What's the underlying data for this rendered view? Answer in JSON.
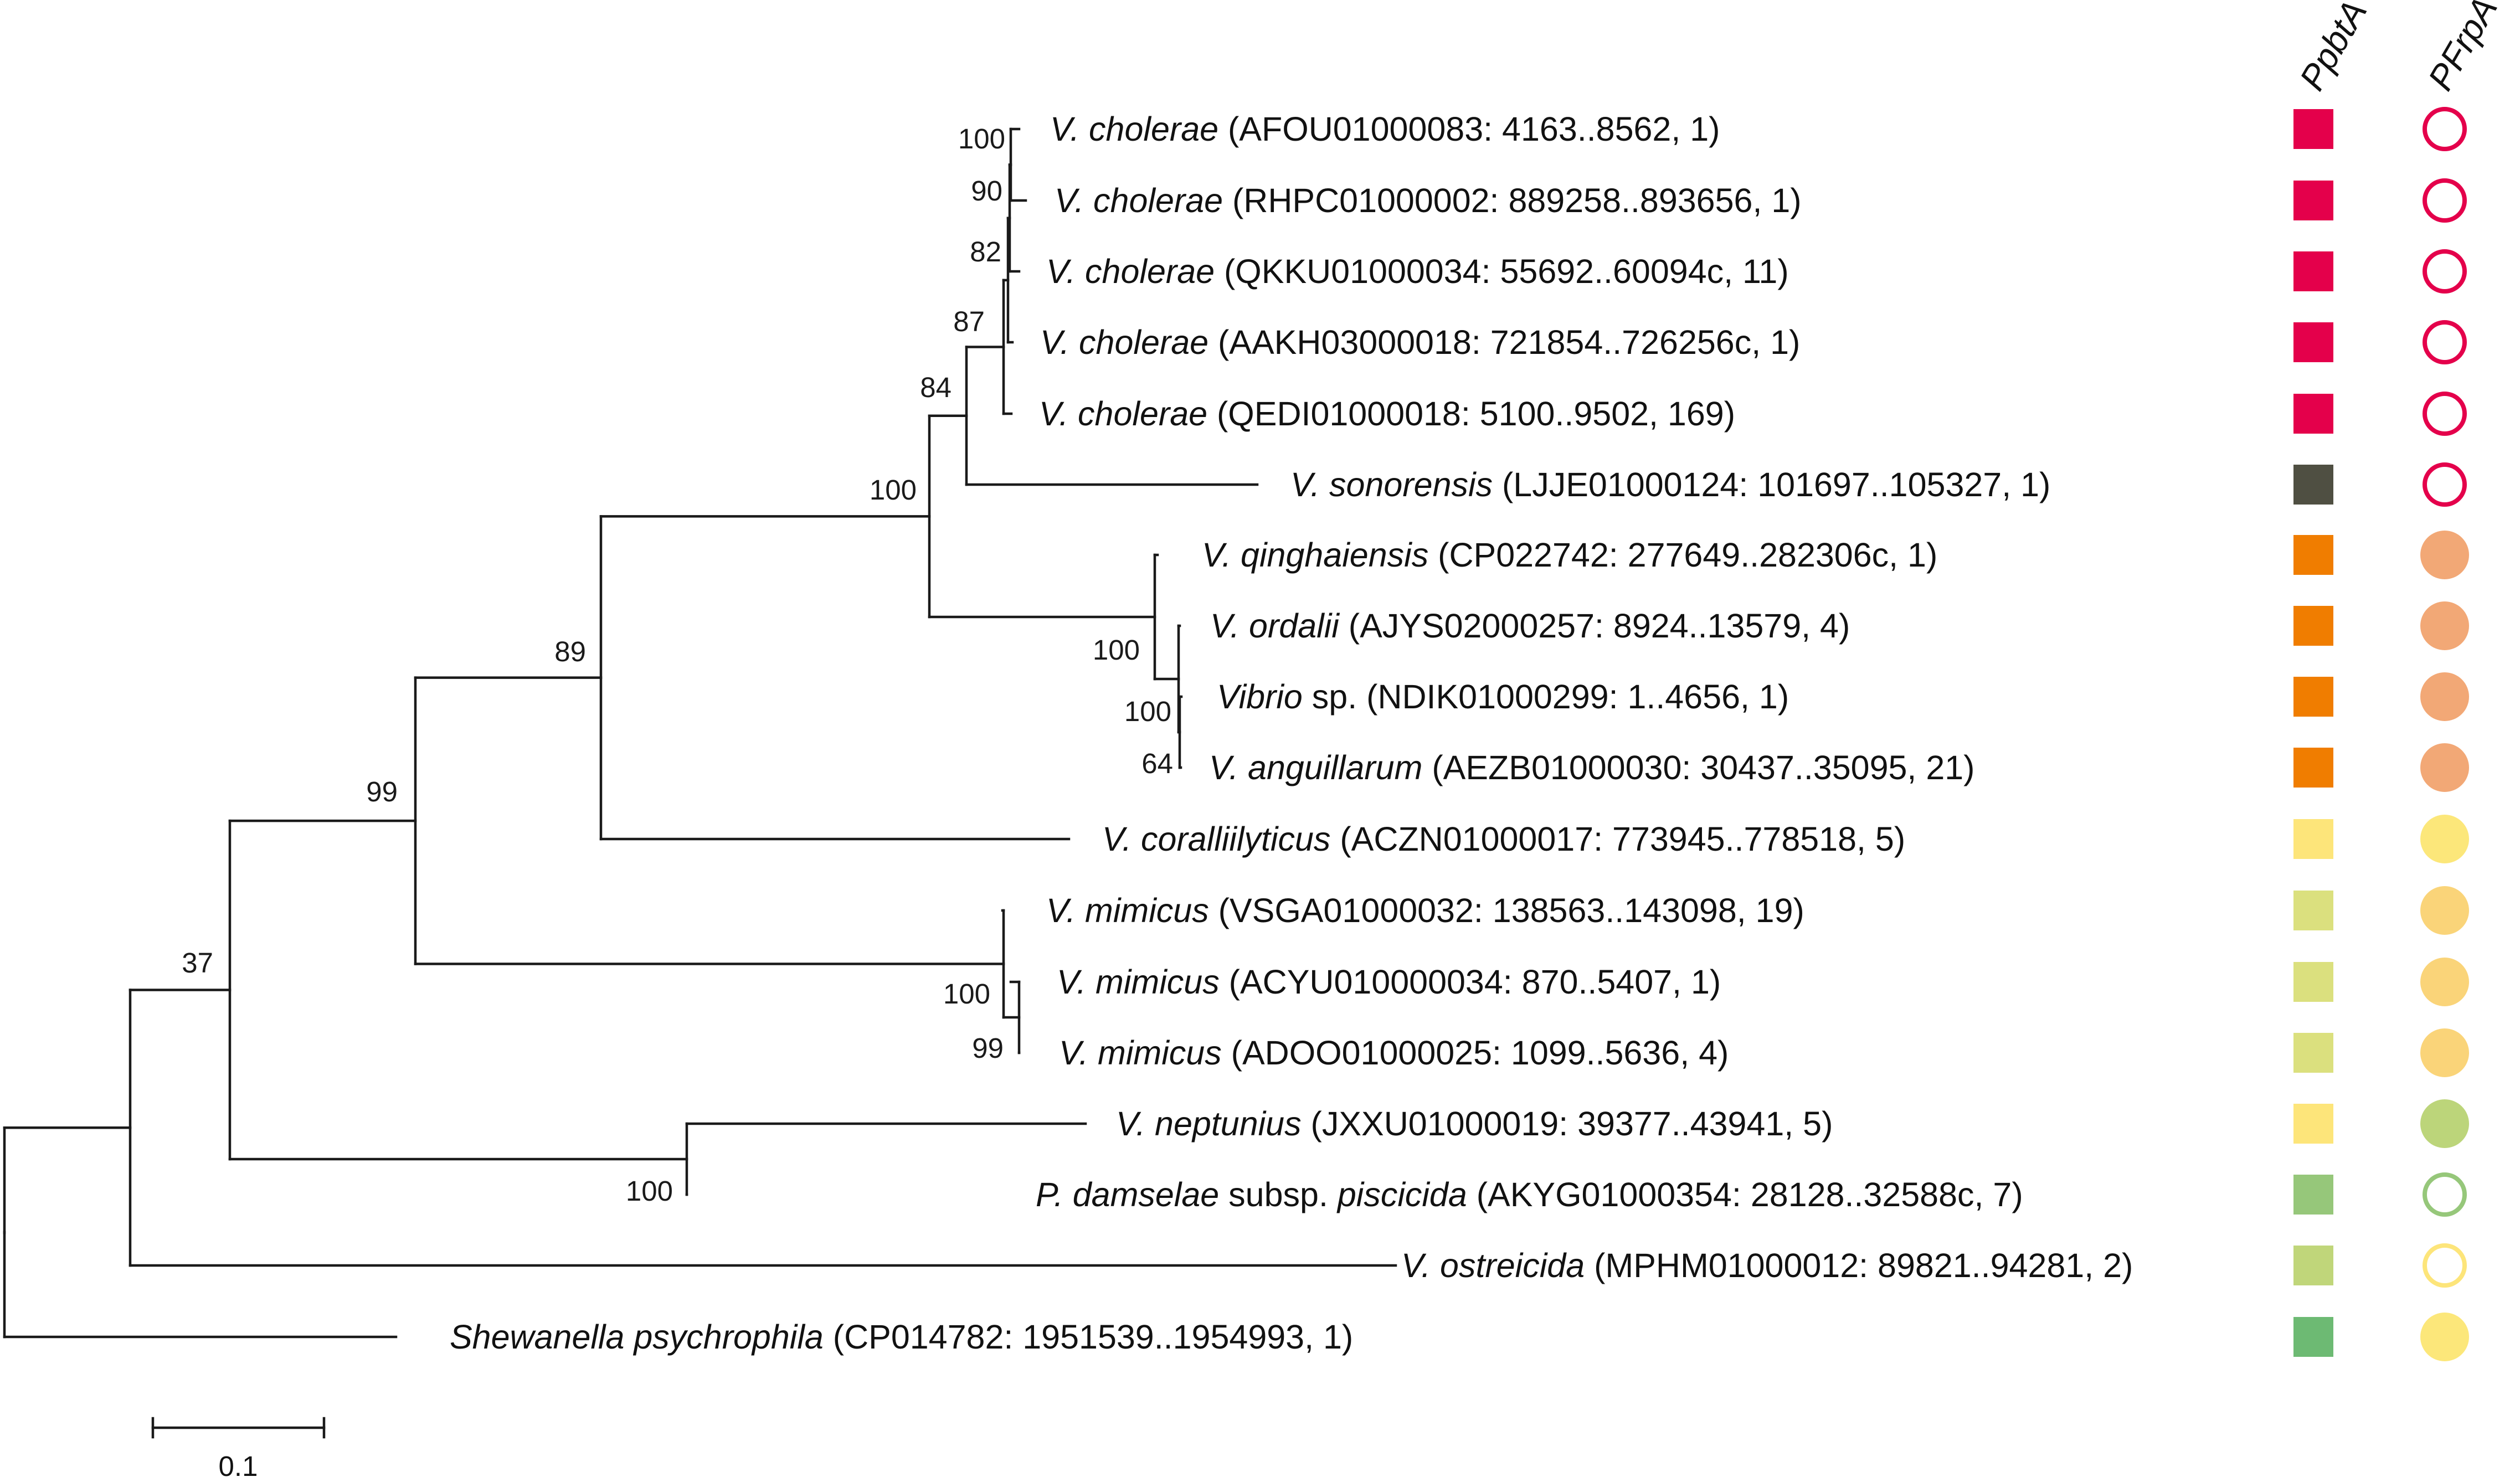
{
  "columns": {
    "pbtA": "PpbtA",
    "frpA": "PFrpA"
  },
  "scale_bar": {
    "label": "0.1"
  },
  "nodes": [
    {
      "id": "n_vc12",
      "support": "100"
    },
    {
      "id": "n_vc123",
      "support": "90"
    },
    {
      "id": "n_vc1234",
      "support": "82"
    },
    {
      "id": "n_vc_all",
      "support": "87"
    },
    {
      "id": "n_vc_son",
      "support": "84"
    },
    {
      "id": "n_anguil_vib",
      "support": "64"
    },
    {
      "id": "n_ordalii_grp",
      "support": "100"
    },
    {
      "id": "n_qing_grp",
      "support": "100"
    },
    {
      "id": "n_cholera_qing",
      "support": "100"
    },
    {
      "id": "n_coral",
      "support": "89"
    },
    {
      "id": "n_mim23",
      "support": "99"
    },
    {
      "id": "n_mim_all",
      "support": "100"
    },
    {
      "id": "n_mim_coral",
      "support": "99"
    },
    {
      "id": "n_nept_dams",
      "support": "100"
    },
    {
      "id": "n_main",
      "support": "37"
    },
    {
      "id": "n_ostre",
      "support": ""
    },
    {
      "id": "root",
      "support": ""
    }
  ],
  "taxa": [
    {
      "species": "V. cholerae",
      "rest": " (AFOU01000083: 4163..8562, 1)",
      "pbtA": "#e4004b",
      "frpA": {
        "style": "open",
        "color": "#e4004b"
      }
    },
    {
      "species": "V. cholerae",
      "rest": " (RHPC01000002: 889258..893656, 1)",
      "pbtA": "#e4004b",
      "frpA": {
        "style": "open",
        "color": "#e4004b"
      }
    },
    {
      "species": "V. cholerae",
      "rest": " (QKKU01000034: 55692..60094c, 11)",
      "pbtA": "#e4004b",
      "frpA": {
        "style": "open",
        "color": "#e4004b"
      }
    },
    {
      "species": "V. cholerae",
      "rest": " (AAKH03000018: 721854..726256c, 1)",
      "pbtA": "#e4004b",
      "frpA": {
        "style": "open",
        "color": "#e4004b"
      }
    },
    {
      "species": "V. cholerae",
      "rest": " (QEDI01000018: 5100..9502, 169)",
      "pbtA": "#e4004b",
      "frpA": {
        "style": "open",
        "color": "#e4004b"
      }
    },
    {
      "species": "V. sonorensis",
      "rest": " (LJJE01000124: 101697..105327, 1)",
      "pbtA": "#4f4f42",
      "frpA": {
        "style": "open",
        "color": "#e4004b"
      }
    },
    {
      "species": "V. qinghaiensis",
      "rest": " (CP022742: 277649..282306c, 1)",
      "pbtA": "#f07d00",
      "frpA": {
        "style": "filled",
        "color": "#f2a876"
      }
    },
    {
      "species": "V. ordalii",
      "rest": " (AJYS02000257: 8924..13579, 4)",
      "pbtA": "#f07d00",
      "frpA": {
        "style": "filled",
        "color": "#f2a876"
      }
    },
    {
      "species": "Vibrio",
      "rest": " sp. (NDIK01000299: 1..4656, 1)",
      "pbtA": "#f07d00",
      "frpA": {
        "style": "filled",
        "color": "#f2a876"
      }
    },
    {
      "species": "V. anguillarum",
      "rest": " (AEZB01000030: 30437..35095, 21)",
      "pbtA": "#f07d00",
      "frpA": {
        "style": "filled",
        "color": "#f2a876"
      }
    },
    {
      "species": "V. coralliilyticus",
      "rest": " (ACZN01000017: 773945..778518, 5)",
      "pbtA": "#fde57a",
      "frpA": {
        "style": "filled",
        "color": "#fce77a"
      }
    },
    {
      "species": "V. mimicus",
      "rest": " (VSGA01000032: 138563..143098, 19)",
      "pbtA": "#dbe07e",
      "frpA": {
        "style": "filled",
        "color": "#fad479"
      }
    },
    {
      "species": "V. mimicus",
      "rest": " (ACYU010000034: 870..5407, 1)",
      "pbtA": "#dbe07e",
      "frpA": {
        "style": "filled",
        "color": "#fad479"
      }
    },
    {
      "species": "V. mimicus",
      "rest": " (ADOO01000025: 1099..5636, 4)",
      "pbtA": "#dbe07e",
      "frpA": {
        "style": "filled",
        "color": "#fad479"
      }
    },
    {
      "species": "V. neptunius",
      "rest": " (JXXU01000019: 39377..43941, 5)",
      "pbtA": "#fde57a",
      "frpA": {
        "style": "filled",
        "color": "#bcd57a"
      }
    },
    {
      "species": "P. damselae",
      "rest": " subsp. ",
      "species2": "piscicida",
      "rest2": " (AKYG01000354: 28128..32588c, 7)",
      "pbtA": "#96c77a",
      "frpA": {
        "style": "open",
        "color": "#96c77a"
      }
    },
    {
      "species": "V. ostreicida",
      "rest": " (MPHM01000012: 89821..94281, 2)",
      "pbtA": "#c0d67a",
      "frpA": {
        "style": "open",
        "color": "#fde57a"
      }
    },
    {
      "species": "Shewanella psychrophila",
      "rest": " (CP014782: 1951539..1954993, 1)",
      "pbtA": "#6dba73",
      "frpA": {
        "style": "filled",
        "color": "#fce77a"
      }
    }
  ]
}
